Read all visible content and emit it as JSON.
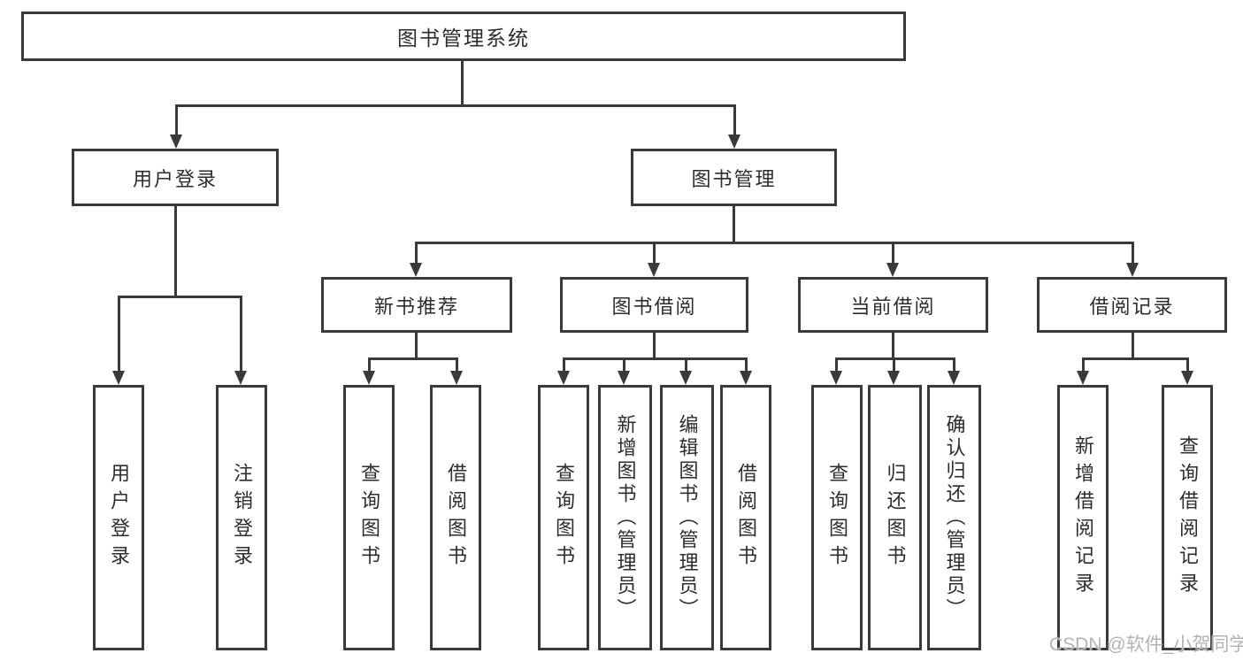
{
  "diagram": {
    "type": "tree-structure-chart",
    "orientation": "top-down",
    "colors": {
      "background": "#ffffff",
      "line": "#3a3a3a",
      "box_border": "#3a3a3a",
      "text": "#2d2d2d",
      "watermark": "#b3b3b3"
    },
    "nodes": {
      "root": "图书管理系统",
      "l2a": "用户登录",
      "l2b": "图书管理",
      "l3": [
        "新书推荐",
        "图书借阅",
        "当前借阅",
        "借阅记录"
      ],
      "leaves_login": [
        "用户登录",
        "注销登录"
      ],
      "leaves_recommend": [
        "查询图书",
        "借阅图书"
      ],
      "leaves_borrow": [
        "查询图书",
        "新增图书（管理员）",
        "编辑图书（管理员）",
        "借阅图书"
      ],
      "leaves_current": [
        "查询图书",
        "归还图书",
        "确认归还（管理员）"
      ],
      "leaves_records": [
        "新增借阅记录",
        "查询借阅记录"
      ]
    },
    "hierarchy": {
      "图书管理系统": {
        "用户登录": [
          "用户登录",
          "注销登录"
        ],
        "图书管理": {
          "新书推荐": [
            "查询图书",
            "借阅图书"
          ],
          "图书借阅": [
            "查询图书",
            "新增图书（管理员）",
            "编辑图书（管理员）",
            "借阅图书"
          ],
          "当前借阅": [
            "查询图书",
            "归还图书",
            "确认归还（管理员）"
          ],
          "借阅记录": [
            "新增借阅记录",
            "查询借阅记录"
          ]
        }
      }
    }
  },
  "watermark": {
    "text": "CSDN @软件_小贺同学"
  }
}
